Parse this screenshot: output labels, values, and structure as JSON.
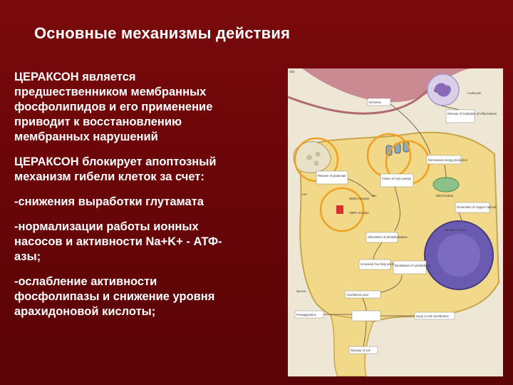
{
  "slide": {
    "title": "Основные механизмы действия",
    "paragraphs": [
      [
        "ЦЕРАКСОН является",
        "предшественником мембранных",
        "фосфолипидов и его применение",
        "приводит к восстановлению",
        "мембранных нарушений"
      ],
      [
        "ЦЕРАКСОН блокирует апоптозный",
        "механизм гибели клеток за счет:"
      ],
      [
        "-снижения выработки глутамата"
      ],
      [
        "-нормализации работы ионных",
        "насосов и активности Na+K+ - АТФ-",
        "азы;"
      ],
      [
        "-ослабление активности",
        "фосфолипазы и снижение уровня",
        "арахидоновой кислоты;"
      ]
    ]
  },
  "figure": {
    "labels": {
      "glia": "Glia",
      "ischemia": "Ischemia",
      "leukocyte": "Leukocyte",
      "release_mediators": "Release of mediators of inflammation",
      "decreased_energy": "Decreased energy production",
      "release_glutamate": "Release of glutamate",
      "failure_pumps": "Failure of ionic pumps",
      "mitochondria": "Mitochondria",
      "ca": "Ca²⁺",
      "na": "Na⁺",
      "nmda": "NMDA receptor",
      "receptor": "AMPA receptor",
      "oxygen_radicals": "Generation of oxygen radicals",
      "dna": "Damage to DNA",
      "phospholipases": "Stimulation of phospholipases",
      "fatty_acids": "Increased free fatty acids",
      "cytoskeleton": "Breakdown of cytoskeleton",
      "neuron": "Neuron",
      "arachidonic": "Arachidonic acid",
      "prostaglandins": "Prostaglandins",
      "membrane_damage": "Injury to cell membranes",
      "release_cell": "Release of cell"
    }
  },
  "colors": {
    "background": "#6a0608",
    "text": "#ffffff",
    "highlight_ring": "#f0a020",
    "cell_fill": "#f2d98a",
    "nucleus": "#5a4aa0"
  }
}
